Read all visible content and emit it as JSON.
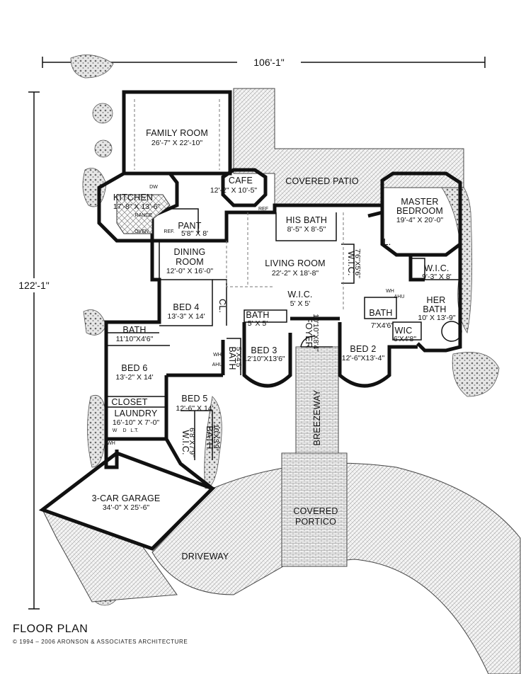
{
  "title": "FLOOR PLAN",
  "copyright": "© 1994 – 2006 ARONSON & ASSOCIATES ARCHITECTURE",
  "overall_dimensions": {
    "width": "106'-1\"",
    "depth": "122'-1\""
  },
  "rooms": {
    "family_room": {
      "name": "FAMILY ROOM",
      "dim": "26'-7\" X 22'-10\""
    },
    "cafe": {
      "name": "CAFE",
      "dim": "12'-2\" X 10'-5\""
    },
    "covered_patio": {
      "name": "COVERED PATIO"
    },
    "master_bedroom": {
      "name1": "MASTER",
      "name2": "BEDROOM",
      "dim": "19'-4\" X 20'-0\""
    },
    "kitchen": {
      "name": "KITCHEN",
      "dim": "17'-8\" X 13'-6\""
    },
    "pantry": {
      "name": "PANT",
      "dim": "5'8\" X 8'"
    },
    "his_bath": {
      "name": "HIS BATH",
      "dim": "8'-5\" X 8'-5\""
    },
    "dining_room": {
      "name1": "DINING",
      "name2": "ROOM",
      "dim": "12'-0\" X 16'-0\""
    },
    "living_room": {
      "name": "LIVING ROOM",
      "dim": "22'-2\" X 18'-8\""
    },
    "master_wic": {
      "name": "W.I.C.",
      "dim": "9'-3\" X 8'"
    },
    "wic_his": {
      "name": "W.I.C.",
      "dim": "7'6\"X5'6\""
    },
    "her_bath": {
      "name1": "HER",
      "name2": "BATH",
      "dim": "10' X 13'-9\""
    },
    "bed4": {
      "name": "BED 4",
      "dim": "13'-3\" X 14'"
    },
    "wic_center": {
      "name": "W.I.C.",
      "dim": "5' X 5'"
    },
    "bath_center": {
      "name": "BATH",
      "dim": "5' X 5'"
    },
    "bath_bed2": {
      "name": "BATH",
      "dim": "7'X4'6\""
    },
    "wic_small": {
      "name": "WIC",
      "dim": "6'X4'8\""
    },
    "bath_bed6": {
      "name": "BATH",
      "dim": "11'10\"X4'6\""
    },
    "foyer": {
      "name": "FOYER",
      "dim": "10'10\"X8'4\""
    },
    "bed3": {
      "name": "BED 3",
      "dim": "12'10\"X13'6\""
    },
    "bed2": {
      "name": "BED 2",
      "dim": "12'-6\"X13'-4\""
    },
    "bath_vert": {
      "name": "BATH",
      "dim": "5'X4'5\""
    },
    "bed6": {
      "name": "BED 6",
      "dim": "13'-2\" X 14'"
    },
    "bed5": {
      "name": "BED 5",
      "dim": "12'-6\" X 14'"
    },
    "closet": {
      "name": "CLOSET"
    },
    "laundry": {
      "name": "LAUNDRY",
      "dim": "16'-10\" X 7'-0\""
    },
    "wic_bed5": {
      "name": "W.I.C.",
      "dim": "6'8\"X7'9\""
    },
    "bath_bed5": {
      "name": "BATH",
      "dim": "10'X3'9\""
    },
    "breezeway": {
      "name": "BREEZEWAY"
    },
    "garage": {
      "name": "3-CAR GARAGE",
      "dim": "34'-0\" X 25'-6\""
    },
    "covered_portico": {
      "name1": "COVERED",
      "name2": "PORTICO"
    },
    "driveway": {
      "name": "DRIVEWAY"
    }
  },
  "fixtures": {
    "dw": "DW",
    "range": "RANGE",
    "oven": "OVEN",
    "ref": "REF.",
    "ref2": "REF",
    "cl": "CL.",
    "l": "L.",
    "wh": "WH",
    "ahu": "AHU",
    "w": "W",
    "d": "D",
    "lt": "L.T."
  }
}
